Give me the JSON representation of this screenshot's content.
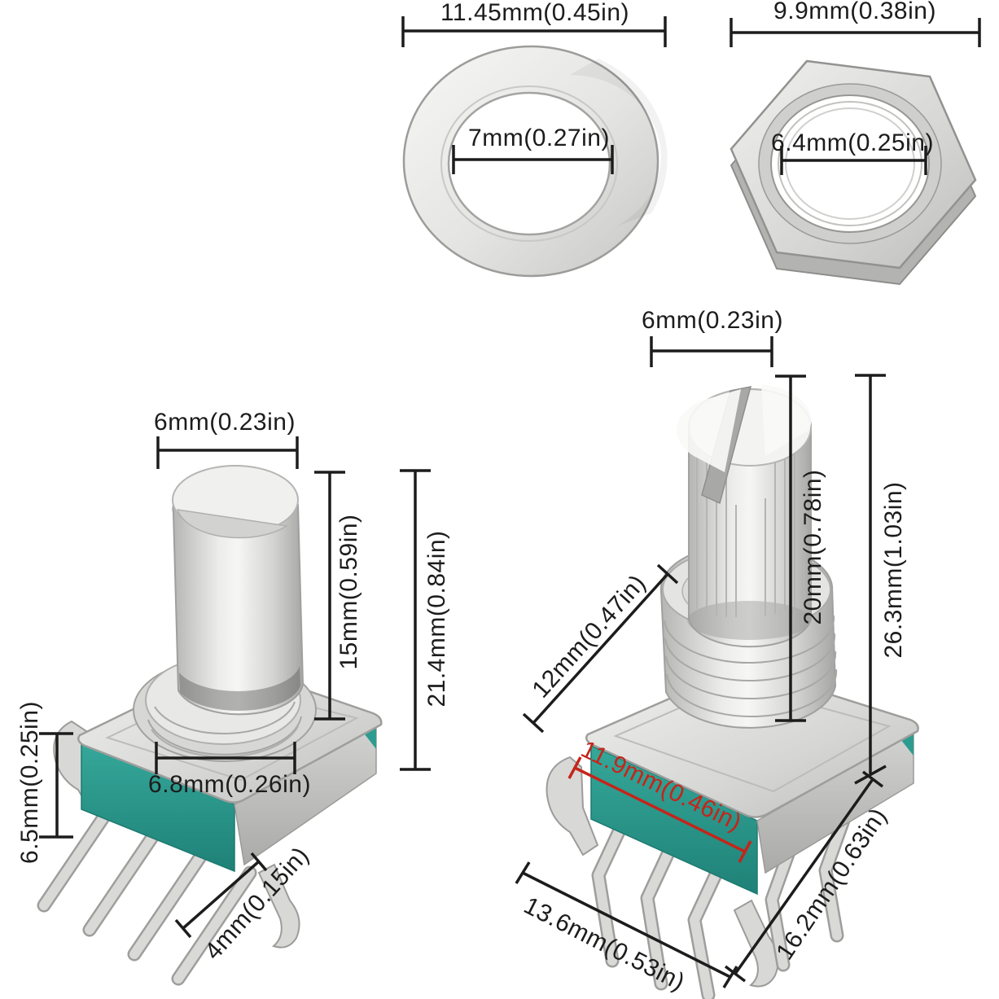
{
  "colors": {
    "dimension_line": "#1c1c1c",
    "red_dimension": "#c4251b",
    "teal_body": "#2d9c90",
    "teal_body_dark": "#1d7d72",
    "metal_light": "#f2f2f0",
    "metal_mid": "#d8d8d6",
    "metal_dark": "#a9a9a7"
  },
  "washer": {
    "outer_diameter": "11.45mm(0.45in)",
    "inner_diameter": "7mm(0.27in)"
  },
  "nut": {
    "outer_width": "9.9mm(0.38in)",
    "inner_diameter": "6.4mm(0.25in)"
  },
  "encoder_left": {
    "shaft_diameter": "6mm(0.23in)",
    "shaft_length": "15mm(0.59in)",
    "total_height": "21.4mm(0.84in)",
    "body_height": "6.5mm(0.25in)",
    "bushing_diameter": "6.8mm(0.26in)",
    "pin_length": "4mm(0.15in)"
  },
  "encoder_right": {
    "shaft_diameter": "6mm(0.23in)",
    "thread_length": "12mm(0.47in)",
    "shaft_length": "20mm(0.78in)",
    "total_height": "26.3mm(1.03in)",
    "body_diagonal": "11.9mm(0.46in)",
    "body_width": "13.6mm(0.53in)",
    "body_depth": "16.2mm(0.63in)"
  }
}
